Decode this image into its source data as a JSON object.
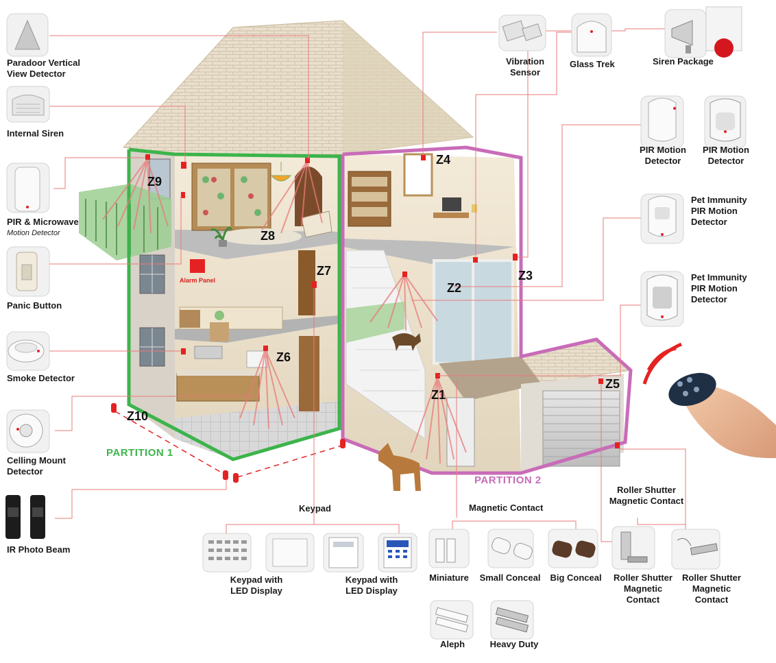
{
  "colors": {
    "partition1": "#3cb44b",
    "partition2": "#c86cb8",
    "sensor": "#e52222",
    "leader": "#e87a7a",
    "roof": "#e7dcc8",
    "wall": "#ddd5c9"
  },
  "devices_left": [
    {
      "name": "Paradoor Vertical View Detector",
      "label_lines": [
        "Paradoor Vertical",
        "View Detector"
      ],
      "icon": "triangle-detector-icon"
    },
    {
      "name": "Internal Siren",
      "label_lines": [
        "Internal Siren"
      ],
      "icon": "internal-siren-icon"
    },
    {
      "name": "PIR & Microwave Motion Detector",
      "label_lines": [
        "PIR & Microwave"
      ],
      "sublabel": "Motion Detector",
      "icon": "pir-microwave-icon"
    },
    {
      "name": "Panic Button",
      "label_lines": [
        "Panic Button"
      ],
      "icon": "panic-button-icon"
    },
    {
      "name": "Smoke Detector",
      "label_lines": [
        "Smoke Detector"
      ],
      "icon": "smoke-detector-icon"
    },
    {
      "name": "Celling Mount Detector",
      "label_lines": [
        "Celling Mount",
        "Detector"
      ],
      "icon": "ceiling-mount-icon"
    },
    {
      "name": "IR Photo Beam",
      "label_lines": [
        "IR Photo Beam"
      ],
      "icon": "photo-beam-icon"
    }
  ],
  "devices_top": [
    {
      "name": "Vibration Sensor",
      "label_lines": [
        "Vibration",
        "Sensor"
      ],
      "icon": "vibration-sensor-icon"
    },
    {
      "name": "Glass Trek",
      "label_lines": [
        "Glass Trek"
      ],
      "icon": "glass-break-icon"
    },
    {
      "name": "Siren Package",
      "label_lines": [
        "Siren Package"
      ],
      "icon": "siren-package-icon"
    }
  ],
  "devices_right": [
    {
      "name": "PIR Motion Detector A",
      "label_lines": [
        "PIR Motion",
        "Detector"
      ],
      "icon": "pir-motion-icon"
    },
    {
      "name": "PIR Motion Detector B",
      "label_lines": [
        "PIR Motion",
        "Detector"
      ],
      "icon": "pir-motion-icon"
    },
    {
      "name": "Pet Immunity PIR Motion Detector A",
      "label_lines": [
        "Pet Immunity",
        "PIR Motion",
        "Detector"
      ],
      "icon": "pet-immunity-pir-icon"
    },
    {
      "name": "Pet Immunity PIR Motion Detector B",
      "label_lines": [
        "Pet Immunity",
        "PIR Motion",
        "Detector"
      ],
      "icon": "pet-immunity-pir-icon"
    }
  ],
  "zones": [
    "Z1",
    "Z2",
    "Z3",
    "Z4",
    "Z5",
    "Z6",
    "Z7",
    "Z8",
    "Z9",
    "Z10"
  ],
  "partitions": [
    "PARTITION 1",
    "PARTITION 2"
  ],
  "alarm_panel_label": "Alarm Panel",
  "groups": {
    "keypad": {
      "title": "Keypad",
      "items": [
        {
          "label_lines": [
            "Keypad with",
            "LED Display"
          ],
          "icon": "led-keypad-icon"
        },
        {
          "label_lines": [
            "Keypad with",
            "LED Display"
          ],
          "icon": "lcd-keypad-icon"
        }
      ]
    },
    "magnetic": {
      "title": "Magnetic Contact",
      "items": [
        {
          "label_lines": [
            "Miniature"
          ],
          "icon": "miniature-contact-icon"
        },
        {
          "label_lines": [
            "Small Conceal"
          ],
          "icon": "small-conceal-icon"
        },
        {
          "label_lines": [
            "Big Conceal"
          ],
          "icon": "big-conceal-icon"
        },
        {
          "label_lines": [
            "Aleph"
          ],
          "icon": "aleph-contact-icon"
        },
        {
          "label_lines": [
            "Heavy Duty"
          ],
          "icon": "heavy-duty-contact-icon"
        }
      ]
    },
    "roller": {
      "title_lines": [
        "Roller Shutter",
        "Magnetic Contact"
      ],
      "items": [
        {
          "label_lines": [
            "Roller Shutter",
            "Magnetic",
            "Contact"
          ],
          "icon": "roller-contact-icon"
        },
        {
          "label_lines": [
            "Roller Shutter",
            "Magnetic",
            "Contact"
          ],
          "icon": "roller-contact-cable-icon"
        }
      ]
    }
  },
  "remote": {
    "icon": "remote-control-icon"
  }
}
